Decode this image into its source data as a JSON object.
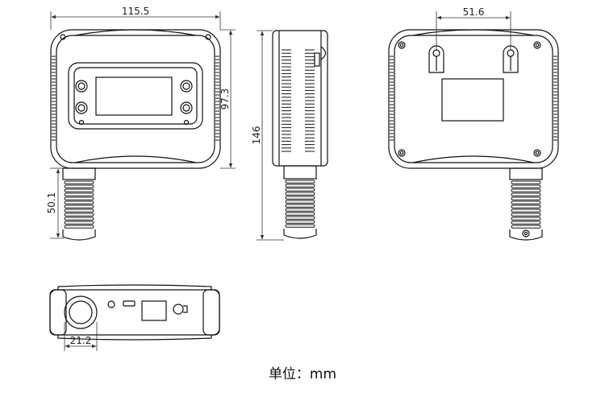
{
  "dimensions": {
    "front_width": "115.5",
    "front_height": "97.3",
    "probe_length": "50.1",
    "total_height": "146",
    "hole_spacing": "51.6",
    "probe_diameter": "21.2"
  },
  "caption": {
    "unit_label": "单位：mm"
  },
  "colors": {
    "line": "#111111",
    "dim_line": "#333333",
    "background": "#ffffff"
  }
}
